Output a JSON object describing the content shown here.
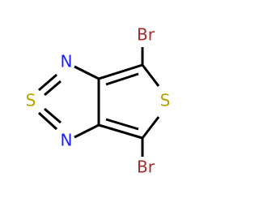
{
  "molecule": {
    "atoms": {
      "n_top": {
        "symbol": "N"
      },
      "s_ring": {
        "symbol": "S"
      },
      "n_bottom": {
        "symbol": "N"
      },
      "s_thiophene": {
        "symbol": "S"
      },
      "br_top": {
        "symbol": "Br"
      },
      "br_bottom": {
        "symbol": "Br"
      }
    },
    "colors": {
      "bond": "#000000",
      "nitrogen": "#2020ff",
      "sulfur": "#b8a000",
      "bromine": "#a52a2a"
    }
  }
}
